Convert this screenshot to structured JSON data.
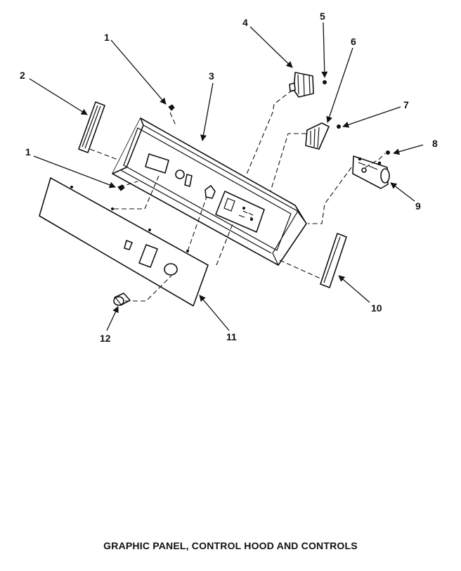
{
  "caption": "GRAPHIC PANEL, CONTROL HOOD AND CONTROLS",
  "callouts": {
    "c1a": "1",
    "c1b": "1",
    "c2": "2",
    "c3": "3",
    "c4": "4",
    "c5": "5",
    "c6": "6",
    "c7": "7",
    "c8": "8",
    "c9": "9",
    "c10": "10",
    "c11": "11",
    "c12": "12"
  }
}
